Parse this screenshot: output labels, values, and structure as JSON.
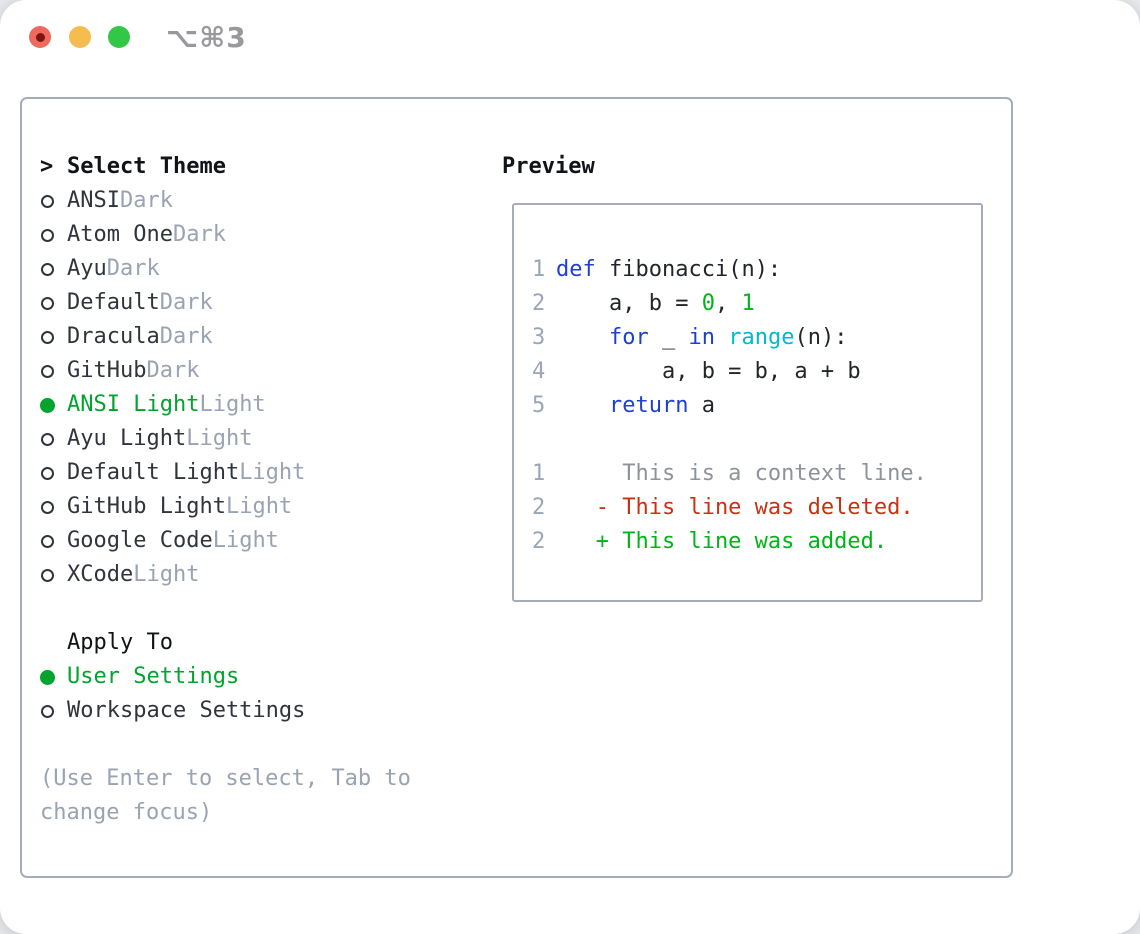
{
  "window": {
    "title": "⌥⌘3"
  },
  "colors": {
    "window_bg": "#ffffff",
    "title_gray": "#98989d",
    "light_red": "#ee6a5f",
    "light_red_dot": "#7e150d",
    "light_yellow": "#f5bd4f",
    "light_green": "#33c748",
    "border": "#a6adb7",
    "header_text": "#101317",
    "ui_text": "#30353b",
    "ui_muted": "#9aa3b2",
    "accent_green": "#00a42e",
    "kw": "#1e40d2",
    "numlit": "#00b518",
    "builtin": "#00bace",
    "code_text": "#22262b",
    "line_no": "#9aa6b6",
    "ctx": "#8e939a",
    "del": "#c93110",
    "add": "#00b518"
  },
  "theme_picker": {
    "prompt": ">",
    "header": "Select Theme",
    "items": [
      {
        "name": "ANSI",
        "variant": "Dark",
        "selected": false
      },
      {
        "name": "Atom One",
        "variant": "Dark",
        "selected": false
      },
      {
        "name": "Ayu",
        "variant": "Dark",
        "selected": false
      },
      {
        "name": "Default",
        "variant": "Dark",
        "selected": false
      },
      {
        "name": "Dracula",
        "variant": "Dark",
        "selected": false
      },
      {
        "name": "GitHub",
        "variant": "Dark",
        "selected": false
      },
      {
        "name": "ANSI Light",
        "variant": "Light",
        "selected": true
      },
      {
        "name": "Ayu Light",
        "variant": "Light",
        "selected": false
      },
      {
        "name": "Default Light",
        "variant": "Light",
        "selected": false
      },
      {
        "name": "GitHub Light",
        "variant": "Light",
        "selected": false
      },
      {
        "name": "Google Code",
        "variant": "Light",
        "selected": false
      },
      {
        "name": "XCode",
        "variant": "Light",
        "selected": false
      }
    ]
  },
  "apply_to": {
    "header": "Apply To",
    "options": [
      {
        "label": "User Settings",
        "selected": true
      },
      {
        "label": "Workspace Settings",
        "selected": false
      }
    ]
  },
  "help_text": "(Use Enter to select, Tab to change focus)",
  "preview": {
    "header": "Preview",
    "code_lines": [
      {
        "num": "1",
        "tokens": [
          {
            "t": "def",
            "c": "k"
          },
          {
            "t": " fibonacci(n):",
            "c": "p"
          }
        ]
      },
      {
        "num": "2",
        "tokens": [
          {
            "t": "    a, b = ",
            "c": "p"
          },
          {
            "t": "0",
            "c": "n"
          },
          {
            "t": ", ",
            "c": "p"
          },
          {
            "t": "1",
            "c": "n"
          }
        ]
      },
      {
        "num": "3",
        "tokens": [
          {
            "t": "    ",
            "c": "p"
          },
          {
            "t": "for",
            "c": "k"
          },
          {
            "t": " _ ",
            "c": "p"
          },
          {
            "t": "in",
            "c": "k"
          },
          {
            "t": " ",
            "c": "p"
          },
          {
            "t": "range",
            "c": "b"
          },
          {
            "t": "(n):",
            "c": "p"
          }
        ]
      },
      {
        "num": "4",
        "tokens": [
          {
            "t": "        a, b = b, a + b",
            "c": "p"
          }
        ]
      },
      {
        "num": "5",
        "tokens": [
          {
            "t": "    ",
            "c": "p"
          },
          {
            "t": "return",
            "c": "k"
          },
          {
            "t": " a",
            "c": "p"
          }
        ]
      }
    ],
    "diff_lines": [
      {
        "num": "1",
        "text": "     This is a context line.",
        "type": "ctx"
      },
      {
        "num": "2",
        "text": "   - This line was deleted.",
        "type": "del"
      },
      {
        "num": "2",
        "text": "   + This line was added.",
        "type": "add"
      }
    ]
  }
}
